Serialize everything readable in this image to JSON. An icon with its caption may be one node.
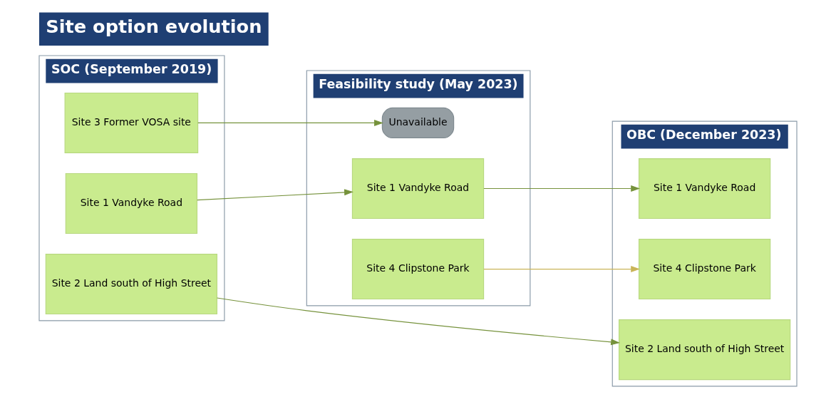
{
  "diagram": {
    "title": "Site option evolution",
    "nodes": [
      {
        "text": [
          "SOC (September 2019)"
        ]
      },
      {
        "text": [
          "Site 1 Vandyke Road"
        ],
        "in": 0
      },
      {
        "text": [
          "Site 2 Land south of High Street"
        ],
        "in": 0
      },
      {
        "text": [
          "Site 3 Former VOSA site"
        ],
        "in": 0
      },
      {
        "text": [
          "Feasibility study (May 2023)"
        ]
      },
      {
        "text": [
          "Site 1 Vandyke Road"
        ],
        "in": 4
      },
      {
        "text": [
          "Unavailable"
        ],
        "in": 4
      },
      {
        "text": [
          "Site 4 Clipstone Park"
        ],
        "in": 4
      },
      {
        "text": [
          "OBC (December 2023)"
        ]
      },
      {
        "text": [
          "Site 1 Vandyke Road"
        ],
        "in": 8
      },
      {
        "text": [
          "Site 2 Land south of High Street"
        ],
        "in": 8
      },
      {
        "text": [
          "Site 4 Clipstone Park"
        ],
        "in": 8
      }
    ],
    "edges": [
      {
        "from": 1,
        "to": 5,
        "arrow": "to"
      },
      {
        "from": 5,
        "to": 9,
        "arrow": "to"
      },
      {
        "from": 2,
        "to": 10,
        "arrow": "to"
      },
      {
        "from": 3,
        "to": 6,
        "arrow": "to"
      },
      {
        "from": 7,
        "to": 11,
        "arrow": "to",
        "color": "#c9b458"
      }
    ]
  }
}
